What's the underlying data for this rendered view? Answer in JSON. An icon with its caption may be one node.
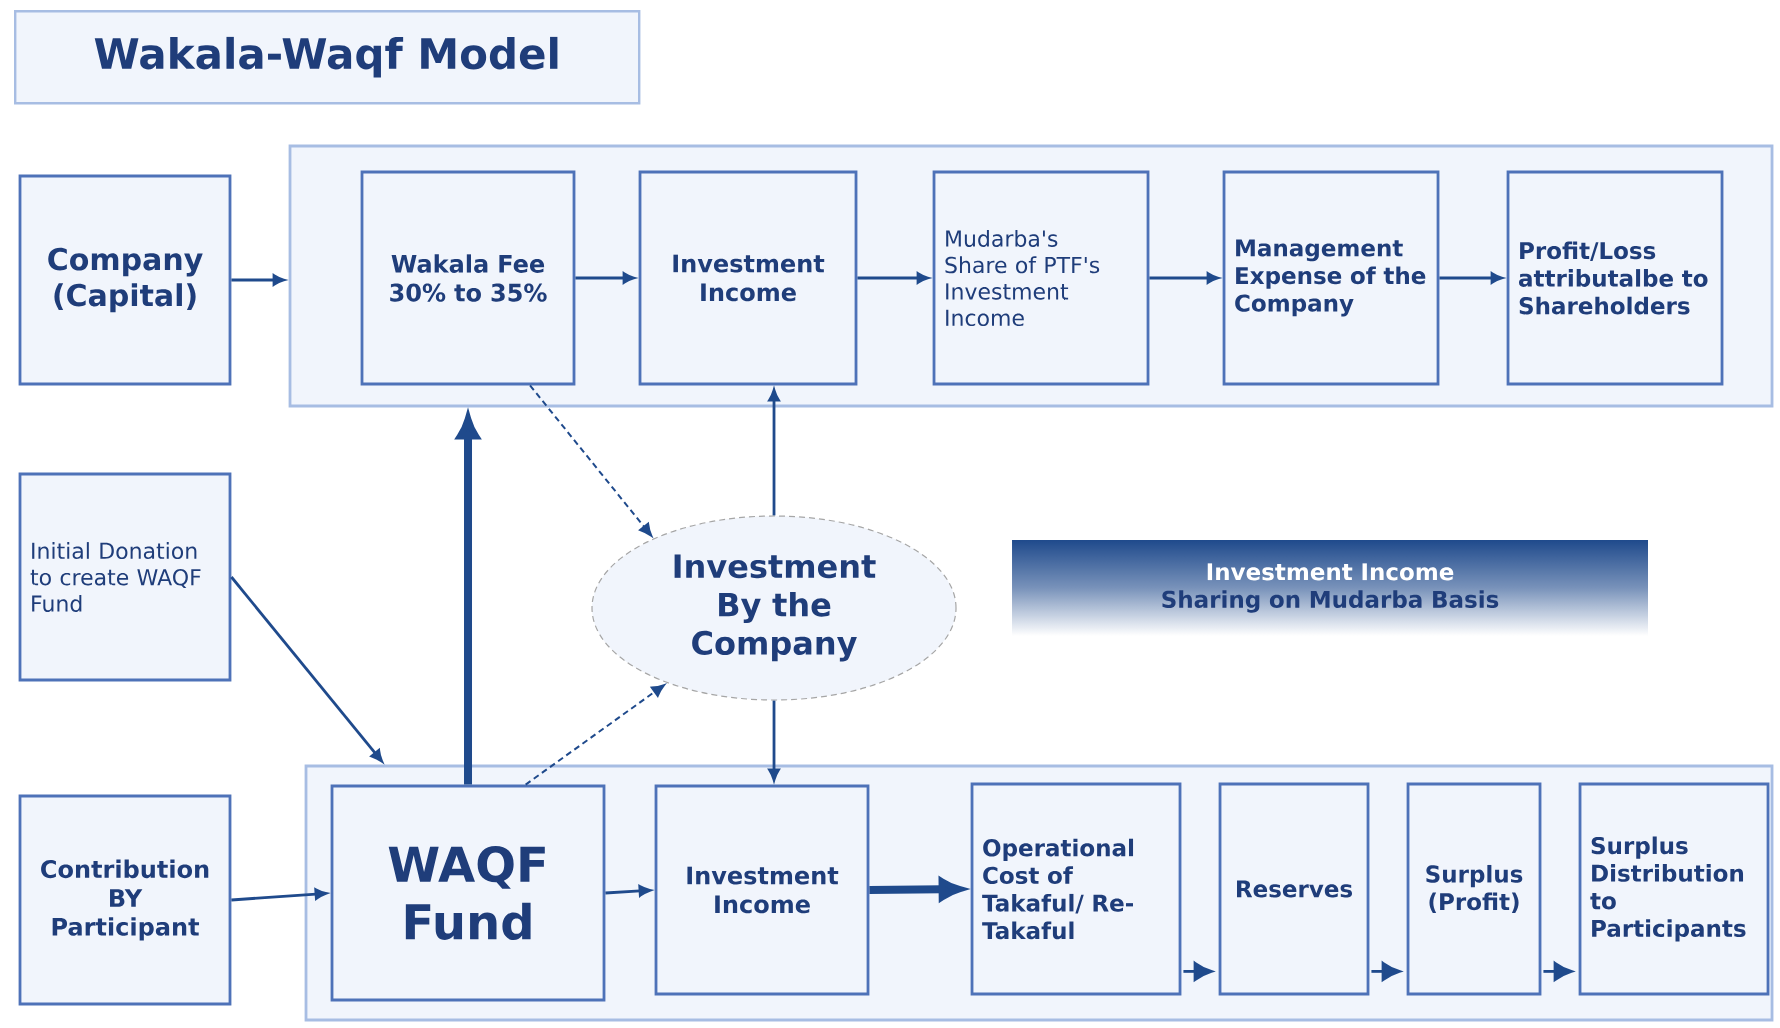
{
  "diagram": {
    "title": "Wakala-Waqf Model",
    "nodes": [
      {
        "text": [
          "Company (Capital)"
        ]
      },
      {
        "text": [],
        "shape": "box"
      },
      {
        "text": [
          "Wakala Fee 30% to 35%"
        ],
        "in": 1
      },
      {
        "text": [
          "Investment Income"
        ],
        "in": 1
      },
      {
        "text": [
          "Mudarba's Share of PTF's Investment Income"
        ],
        "in": 1
      },
      {
        "text": [
          "Management Expense of the Company"
        ],
        "in": 1
      },
      {
        "text": [
          "Profit/Loss attributalbe to Shareholders"
        ],
        "in": 1
      },
      {
        "text": [
          "Initial Donation to create WAQF Fund"
        ]
      },
      {
        "text": [
          "Investment By the Company"
        ]
      },
      {
        "text": [
          "Investment Income",
          "Sharing on Mudarba Basis"
        ]
      },
      {
        "text": [],
        "shape": "box"
      },
      {
        "text": [
          "Contribution BY Participant"
        ]
      },
      {
        "text": [
          "WAQF Fund"
        ],
        "in": 10
      },
      {
        "text": [
          "Investment Income"
        ],
        "in": 10
      },
      {
        "text": [
          "Operational Cost of Takaful/ Re-Takaful"
        ],
        "in": 10
      },
      {
        "text": [
          "Reserves"
        ],
        "in": 10
      },
      {
        "text": [
          "Surplus (Profit)"
        ],
        "in": 10
      },
      {
        "text": [
          "Surplus Distribution to Participants"
        ],
        "in": 10
      }
    ],
    "edges": [
      {
        "from": 0,
        "to": 1,
        "arrow": "to"
      },
      {
        "from": 2,
        "to": 3,
        "arrow": "to"
      },
      {
        "from": 3,
        "to": 4,
        "arrow": "to"
      },
      {
        "from": 4,
        "to": 5,
        "arrow": "to"
      },
      {
        "from": 5,
        "to": 6,
        "arrow": "to"
      },
      {
        "from": 2,
        "to": 8,
        "arrow": "to",
        "style": "dashed"
      },
      {
        "from": 8,
        "to": 3,
        "arrow": "to"
      },
      {
        "from": 8,
        "to": 13,
        "arrow": "to"
      },
      {
        "from": 12,
        "to": 8,
        "arrow": "to",
        "style": "dashed"
      },
      {
        "from": 12,
        "to": 1,
        "arrow": "to",
        "style": "thick"
      },
      {
        "from": 7,
        "to": 10,
        "arrow": "to"
      },
      {
        "from": 11,
        "to": 12,
        "arrow": "to"
      },
      {
        "from": 12,
        "to": 13,
        "arrow": "to"
      },
      {
        "from": 13,
        "to": 14,
        "arrow": "to",
        "style": "thick"
      },
      {
        "from": 14,
        "to": 15,
        "arrow": "to"
      },
      {
        "from": 15,
        "to": 16,
        "arrow": "to"
      },
      {
        "from": 16,
        "to": 17,
        "arrow": "to"
      }
    ]
  }
}
